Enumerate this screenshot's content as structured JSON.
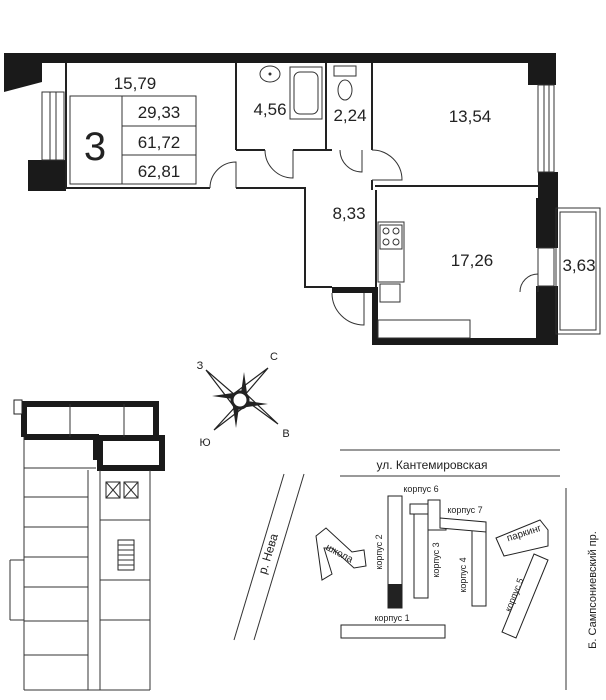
{
  "apartment": {
    "rooms_count": "3",
    "area_living": "29,33",
    "area_total": "61,72",
    "area_total_with_balcony": "62,81"
  },
  "rooms": {
    "room_left": "15,79",
    "bathroom": "4,56",
    "toilet": "2,24",
    "room_top_right": "13,54",
    "hall": "8,33",
    "kitchen_living": "17,26",
    "balcony": "3,63"
  },
  "compass": {
    "north": "С",
    "south": "Ю",
    "west": "З",
    "east": "В"
  },
  "site_plan": {
    "street": "ул. Кантемировская",
    "avenue": "Б. Сампсониевский пр.",
    "river": "р. Нева",
    "school": "школа",
    "parking": "паркинг",
    "buildings": [
      "корпус 1",
      "корпус 2",
      "корпус 3",
      "корпус 4",
      "корпус 5",
      "корпус 6",
      "корпус 7"
    ]
  }
}
